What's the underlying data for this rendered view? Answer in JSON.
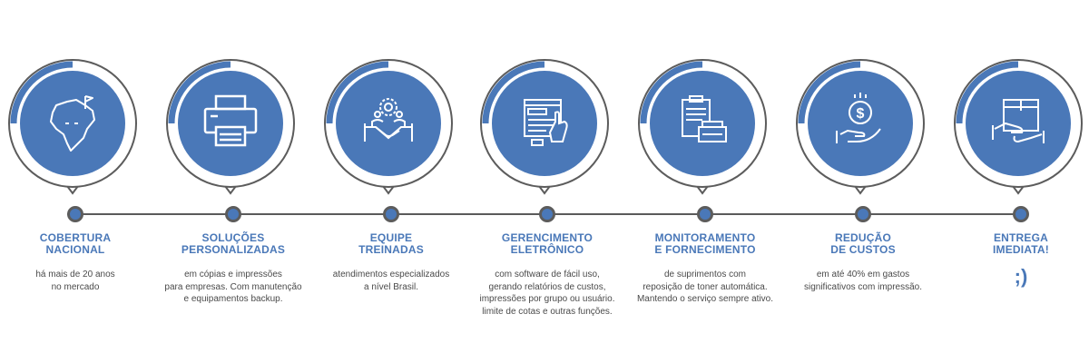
{
  "colors": {
    "accent": "#4a78b8",
    "ring": "#5c5c5c",
    "text": "#4a4a4a"
  },
  "steps": [
    {
      "icon": "brazil-map-icon",
      "title": [
        "COBERTURA",
        "NACIONAL"
      ],
      "desc": [
        "há mais de 20 anos",
        "no mercado"
      ]
    },
    {
      "icon": "printer-icon",
      "title": [
        "SOLUÇÕES",
        "PERSONALIZADAS"
      ],
      "desc": [
        "em cópias e impressões",
        "para empresas. Com manutenção",
        "e equipamentos backup."
      ]
    },
    {
      "icon": "team-handshake-icon",
      "title": [
        "EQUIPE",
        "TREINADAS"
      ],
      "desc": [
        "atendimentos especializados",
        "a nível Brasil."
      ]
    },
    {
      "icon": "software-screen-icon",
      "title": [
        "GERENCIMENTO",
        "ELETRÔNICO"
      ],
      "desc": [
        "com software de fácil uso,",
        "gerando relatórios de custos,",
        "impressões por grupo ou usuário.",
        "limite de cotas e outras funções."
      ]
    },
    {
      "icon": "clipboard-printer-icon",
      "title": [
        "MONITORAMENTO",
        "E FORNECIMENTO"
      ],
      "desc": [
        "de suprimentos com",
        "reposição de toner automática.",
        "Mantendo o serviço sempre ativo."
      ]
    },
    {
      "icon": "money-hand-icon",
      "title": [
        "REDUÇÃO",
        "DE CUSTOS"
      ],
      "desc": [
        "em até 40% em gastos",
        "significativos com impressão."
      ]
    },
    {
      "icon": "box-delivery-icon",
      "title": [
        "ENTREGA",
        "IMEDIATA!"
      ],
      "desc": [],
      "smiley": ";)"
    }
  ]
}
